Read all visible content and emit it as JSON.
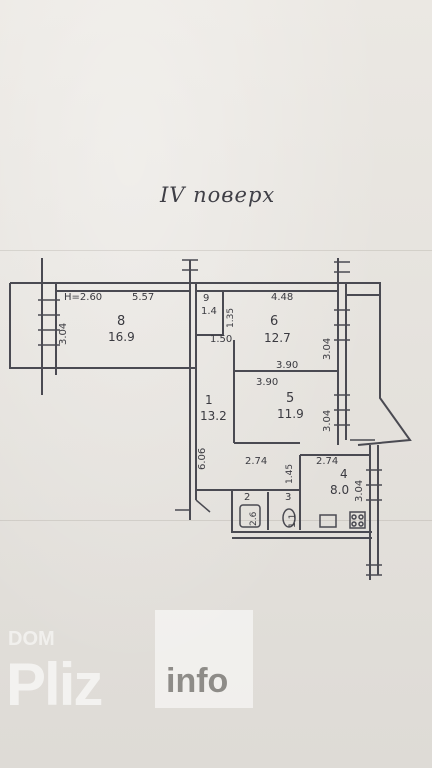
{
  "document": {
    "title": "IV поверх"
  },
  "rooms": [
    {
      "number": "8",
      "area": "16.9",
      "height": "H=2.60",
      "length": "5.57",
      "width": "3.04"
    },
    {
      "number": "9",
      "area": "1.4"
    },
    {
      "number": "6",
      "area": "12.7",
      "length": "4.48",
      "width": "3.04",
      "side": "3.90"
    },
    {
      "number": "5",
      "area": "11.9",
      "length": "3.90",
      "width": "3.04"
    },
    {
      "number": "1",
      "area": "13.2",
      "length": "6.06"
    },
    {
      "number": "4",
      "area": "8.0",
      "length": "2.74",
      "width": "3.04"
    },
    {
      "number": "2",
      "area": "2.6"
    },
    {
      "number": "3",
      "area": "1.1"
    }
  ],
  "dimensions": {
    "closet_side": "1.35",
    "corridor_width": "1.50",
    "hall_length": "2.74",
    "bath_width": "1.45"
  },
  "watermark": {
    "prefix": "DOM",
    "brand": "Pliz",
    "suffix": "info"
  }
}
